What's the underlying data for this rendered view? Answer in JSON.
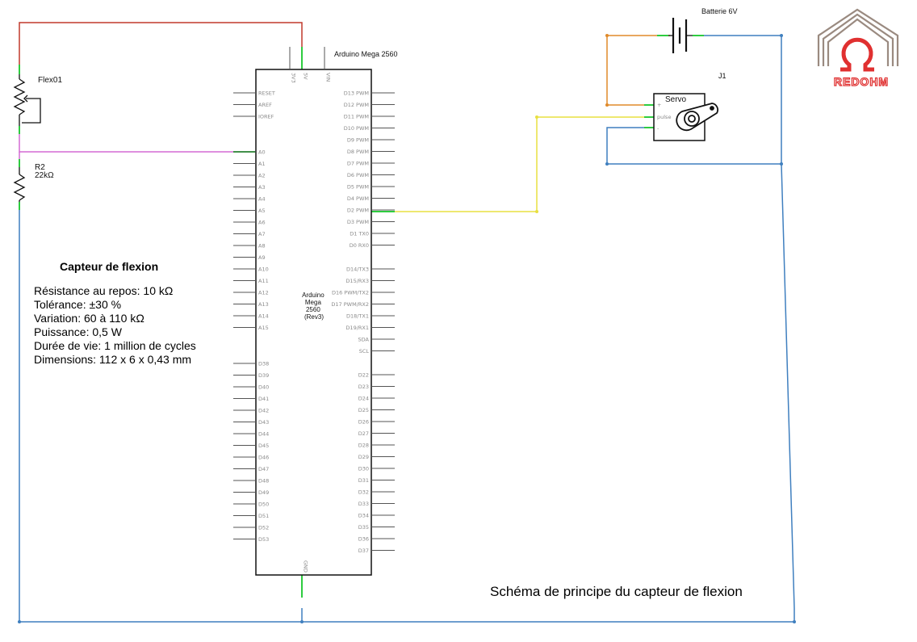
{
  "flex_sensor": {
    "ref": "Flex01"
  },
  "resistor": {
    "ref": "R2",
    "value": "22kΩ"
  },
  "board": {
    "title": "Arduino Mega 2560",
    "center_label": [
      "Arduino",
      "Mega",
      "2560",
      "(Rev3)"
    ],
    "top_pins": [
      "3V3",
      "5V",
      "VIN"
    ],
    "bottom_pin": "GND",
    "left_pins": [
      "RESET",
      "AREF",
      "IOREF",
      "A0",
      "A1",
      "A2",
      "A3",
      "A4",
      "A5",
      "A6",
      "A7",
      "A8",
      "A9",
      "A10",
      "A11",
      "A12",
      "A13",
      "A14",
      "A15",
      "D38",
      "D39",
      "D40",
      "D41",
      "D42",
      "D43",
      "D44",
      "D45",
      "D46",
      "D47",
      "D48",
      "D49",
      "D50",
      "D51",
      "D52",
      "D53"
    ],
    "right_pins": [
      "D13 PWM",
      "D12 PWM",
      "D11 PWM",
      "D10 PWM",
      "D9 PWM",
      "D8 PWM",
      "D7 PWM",
      "D6 PWM",
      "D5 PWM",
      "D4 PWM",
      "D2 PWM",
      "D3 PWM",
      "D1 TX0",
      "D0 RX0",
      "D14/TX3",
      "D15/RX3",
      "D16 PWM/TX2",
      "D17 PWM/RX2",
      "D18/TX1",
      "D19/RX1",
      "SDA",
      "SCL",
      "D22",
      "D23",
      "D24",
      "D25",
      "D26",
      "D27",
      "D28",
      "D29",
      "D30",
      "D31",
      "D32",
      "D33",
      "D34",
      "D35",
      "D36",
      "D37"
    ]
  },
  "battery": {
    "label": "Batterie 6V"
  },
  "servo": {
    "ref": "J1",
    "title": "Servo",
    "pins": [
      "+",
      "pulse",
      "-"
    ]
  },
  "logo": {
    "text": "REDOHM"
  },
  "info": {
    "heading": "Capteur de flexion",
    "lines": [
      "Résistance au repos: 10 kΩ",
      "Tolérance: ±30 %",
      "Variation: 60 à 110 kΩ",
      "Puissance: 0,5 W",
      "Durée de vie: 1 million de cycles",
      "Dimensions: 112 x 6 x 0,43 mm"
    ]
  },
  "caption": "Schéma de principe du capteur de flexion",
  "colors": {
    "wire_5v": "#c0392b",
    "wire_a0": "#d36ad3",
    "wire_gnd": "#3f7fbf",
    "wire_pwm": "#e8e040",
    "wire_battery_plus": "#e08a2a",
    "pin_end": "#2ecc40",
    "logo_red": "#e03030"
  }
}
